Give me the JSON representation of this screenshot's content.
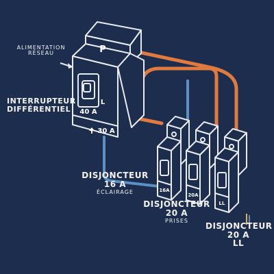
{
  "supply": {
    "line1": "ALIMENTATION",
    "line2": "RÉSEAU"
  },
  "rcd": {
    "top_letter": "P",
    "label_line1": "INTERRUPTEUR",
    "label_line2": "DIFFÉRENTIEL",
    "rating": "40 A",
    "side_letter": "L",
    "sensitivity": "30 A"
  },
  "breakers": [
    {
      "title": "DISJONCTEUR",
      "rating": "16 A",
      "use": "ÉCLAIRAGE",
      "face": "16A"
    },
    {
      "title": "DISJONCTEUR",
      "rating": "20 A",
      "use": "PRISES",
      "face": "20A"
    },
    {
      "title": "DISJONCTEUR",
      "rating": "20 A",
      "use": "LL",
      "face": "LL"
    }
  ],
  "colors": {
    "background": "#1c2d4d",
    "line": "#e9ecef",
    "live": "#e07a3f",
    "neutral": "#5d8fc7"
  }
}
